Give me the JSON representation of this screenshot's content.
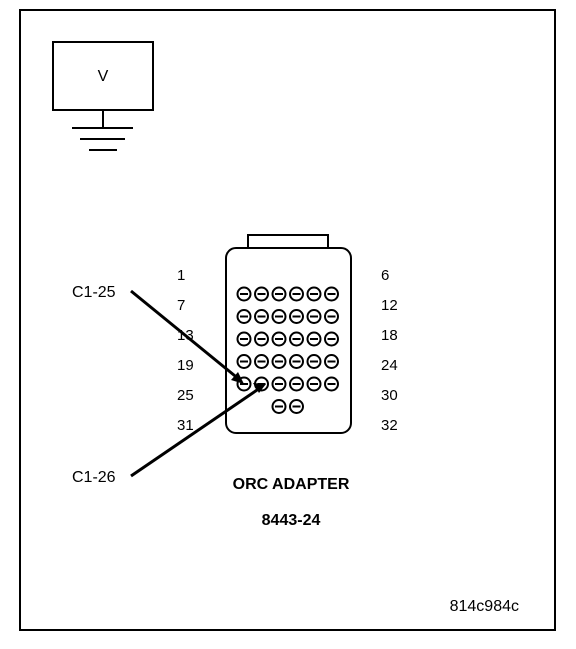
{
  "meter": {
    "label": "V"
  },
  "wires": {
    "c1_25": "C1-25",
    "c1_26": "C1-26"
  },
  "pin_numbers": {
    "left": [
      "1",
      "7",
      "13",
      "19",
      "25",
      "31"
    ],
    "right": [
      "6",
      "12",
      "18",
      "24",
      "30",
      "32"
    ]
  },
  "connector": {
    "name": "ORC ADAPTER",
    "part_number": "8443-24",
    "pin_rows": [
      6,
      6,
      6,
      6,
      6,
      2
    ]
  },
  "figure_id": "814c984c"
}
